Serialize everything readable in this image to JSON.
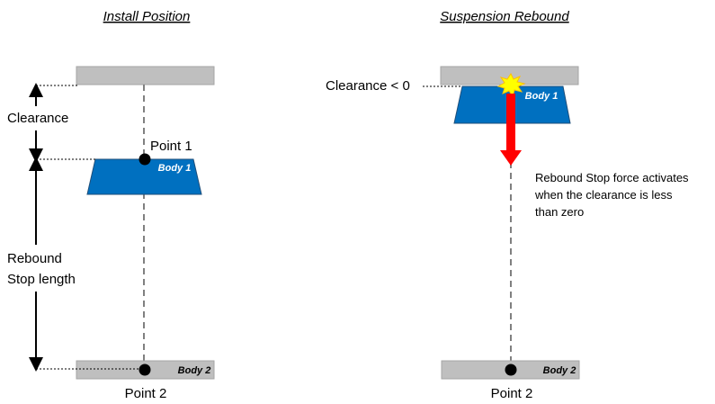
{
  "left_panel": {
    "title": "Install Position",
    "clearance_label": "Clearance",
    "rebound_label_line1": "Rebound",
    "rebound_label_line2": "Stop length",
    "point1_label": "Point 1",
    "point2_label": "Point 2",
    "body1_label": "Body 1",
    "body2_label": "Body 2"
  },
  "right_panel": {
    "title": "Suspension Rebound",
    "clearance_label": "Clearance < 0",
    "body1_label": "Body 1",
    "body2_label": "Body 2",
    "point2_label": "Point 2",
    "note_line1": "Rebound Stop force activates",
    "note_line2": "when the clearance is less",
    "note_line3": "than zero"
  },
  "colors": {
    "body_blue": "#0070c0",
    "plate_gray": "#bfbfbf",
    "arrow_red": "#ff0000",
    "impact_yellow": "#ffff00"
  }
}
